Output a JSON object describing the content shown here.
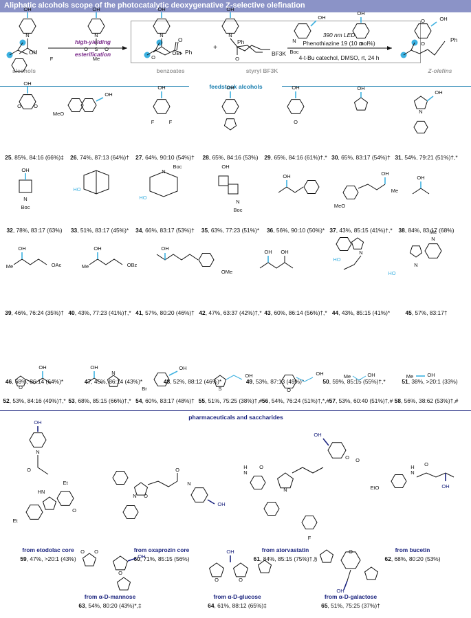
{
  "banner": {
    "title": "Aliphatic alcohols scope of the photocatalytic deoxygenative Z-selective olefination"
  },
  "scheme": {
    "step1_top": "high-yielding",
    "step1_bottom": "esterification",
    "cond_1": "390 nm LED",
    "cond_2": "Phenothiazine 19 (10 mol%)",
    "cond_3": "4-t-Bu catechol, DMSO, rt, 24 h",
    "label_alcohols": "alcohols",
    "label_benzoates": "benzoates",
    "label_styryl": "styryl BF3K",
    "label_olefins": "Z-olefins",
    "plus": "+",
    "atom_oh": "OH",
    "atom_o": "O",
    "atom_ph": "Ph",
    "atom_bf3k": "BF3K",
    "atom_ph2": "Ph",
    "atom_ph3": "Ph"
  },
  "sections": {
    "feedstock": "feedstock alcohols",
    "pharma": "pharmaceuticals and saccharides"
  },
  "row1": [
    "25, 85%, 84:16 (66%)‡",
    "26, 74%, 87:13 (64%)†",
    "27, 64%, 90:10 (54%)†",
    "28, 65%, 84:16 (53%)",
    "29, 65%, 84:16 (61%)†,*",
    "30, 65%, 83:17 (54%)†",
    "31, 54%, 79:21 (51%)†,*"
  ],
  "row2": [
    "32, 78%, 83:17 (63%)",
    "33, 51%, 83:17 (45%)*",
    "34, 66%, 83:17 (53%)†",
    "35, 63%, 77:23 (51%)*",
    "36, 56%, 90:10 (50%)*",
    "37, 43%, 85:15 (41%)†,*",
    "38, 84%, 83:17 (68%)"
  ],
  "row3": [
    "39, 46%, 76:24 (35%)†",
    "40, 43%, 77:23 (41%)†,*",
    "41, 57%, 80:20 (46%)†",
    "42, 47%, 63:37 (42%)†,*",
    "43, 60%, 86:14 (56%)†,*",
    "44, 43%, 85:15 (41%)*",
    "45, 57%, 83:17†"
  ],
  "row4": [
    "46, 68%, 86:14 (64%)*",
    "47, 45%, 86:14 (43%)*",
    "48, 52%, 88:12 (46%)*",
    "49, 53%, 87:13 (49%)*",
    "50, 59%, 85:15 (55%)†,*",
    "51, 38%, >20:1 (33%)"
  ],
  "row5": [
    "52, 53%, 84:16 (49%)†,*",
    "53, 68%, 85:15 (66%)†,*",
    "54, 60%, 83:17 (48%)†",
    "55, 51%, 75:25 (38%)†,#",
    "56, 54%, 76:24 (51%)†,*,#",
    "57, 53%, 60:40 (51%)†,#",
    "58, 56%, 38:62 (53%)†,#"
  ],
  "pharma": [
    {
      "src": "from etodolac core",
      "val": "59, 47%, >20:1 (43%)"
    },
    {
      "src": "from oxaprozin core",
      "val": "60, 71%, 85:15 (56%)"
    },
    {
      "src": "from atorvastatin",
      "val": "61, 84%, 85:15 (75%)†,§"
    },
    {
      "src": "from bucetin",
      "val": "62, 68%, 80:20 (53%)"
    },
    {
      "src": "from α-D-mannose",
      "val": "63, 54%, 80:20 (43%)*,‡"
    },
    {
      "src": "from α-D-glucose",
      "val": "64, 61%, 88:12 (65%)‡"
    },
    {
      "src": "from α-D-galactose",
      "val": "65, 51%, 75:25 (37%)†"
    }
  ],
  "atoms": {
    "oh": "OH",
    "f": "F",
    "n": "N",
    "o": "O",
    "s": "S",
    "me": "Me",
    "oet": "OEt",
    "boc": "Boc",
    "meo": "MeO",
    "hn": "HN",
    "et": "Et",
    "h": "H",
    "oac": "OAc",
    "obz": "OBz",
    "ome": "OMe",
    "br": "Br",
    "eto": "EtO",
    "ho": "HO"
  },
  "colors": {
    "banner": "#8b93c7",
    "accent_blue": "#1a7fb0",
    "navy": "#1a237e",
    "highlight": "#3bb0e0",
    "purple": "#7a2a8a"
  }
}
